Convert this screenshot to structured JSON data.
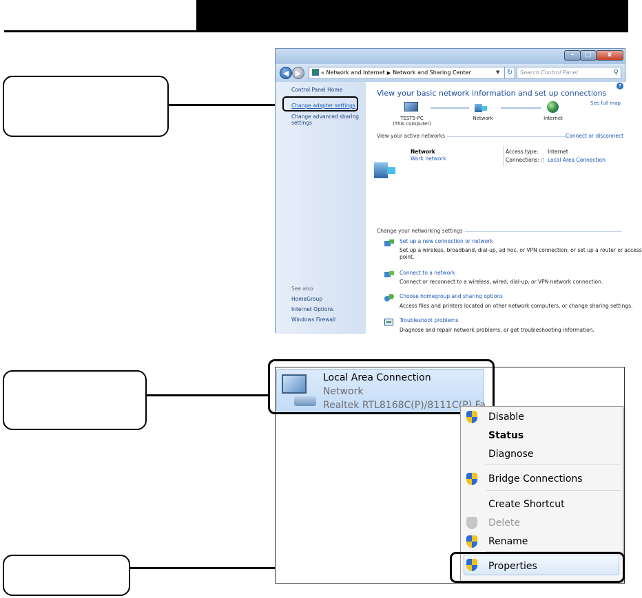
{
  "window": {
    "title": "",
    "breadcrumb": [
      "Network and Internet",
      "Network and Sharing Center"
    ],
    "breadcrumb_prefix": "«",
    "search_placeholder": "Search Control Panel",
    "min_label": "–",
    "max_label": "□",
    "close_label": "x"
  },
  "sidebar": {
    "home": "Control Panel Home",
    "change_adapter": "Change adapter settings",
    "change_sharing_line1": "Change advanced sharing",
    "change_sharing_line2": "settings",
    "see_also": "See also",
    "see_also_items": [
      "HomeGroup",
      "Internet Options",
      "Windows Firewall"
    ]
  },
  "main": {
    "heading": "View your basic network information and set up connections",
    "see_full_map": "See full map",
    "map": {
      "computer_name": "TEST5-PC",
      "computer_sub": "(This computer)",
      "network": "Network",
      "internet": "Internet"
    },
    "active_networks": {
      "section": "View your active networks",
      "connect_disconnect": "Connect or disconnect",
      "network_name": "Network",
      "network_type": "Work network",
      "access_type_label": "Access type:",
      "access_type_value": "Internet",
      "connections_label": "Connections:",
      "connections_value": "Local Area Connection"
    },
    "settings": {
      "section": "Change your networking settings",
      "tasks": [
        {
          "title": "Set up a new connection or network",
          "desc_line1": "Set up a wireless, broadband, dial-up, ad hoc, or VPN connection; or set up a router or access",
          "desc_line2": "point."
        },
        {
          "title": "Connect to a network",
          "desc_line1": "Connect or reconnect to a wireless, wired, dial-up, or VPN network connection.",
          "desc_line2": ""
        },
        {
          "title": "Choose homegroup and sharing options",
          "desc_line1": "Access files and printers located on other network computers, or change sharing settings.",
          "desc_line2": ""
        },
        {
          "title": "Troubleshoot problems",
          "desc_line1": "Diagnose and repair network problems, or get troubleshooting information.",
          "desc_line2": ""
        }
      ]
    }
  },
  "adapter": {
    "name": "Local Area Connection",
    "network": "Network",
    "device": "Realtek RTL8168C(P)/8111C(P) Fa"
  },
  "context_menu": {
    "items": [
      "Disable",
      "Status",
      "Diagnose",
      "Bridge Connections",
      "Create Shortcut",
      "Delete",
      "Rename",
      "Properties"
    ]
  },
  "colors": {
    "link": "#1a56b8",
    "heading": "#1a4c9c",
    "selection": "#c3dcf6",
    "header_bar": "#000000"
  }
}
